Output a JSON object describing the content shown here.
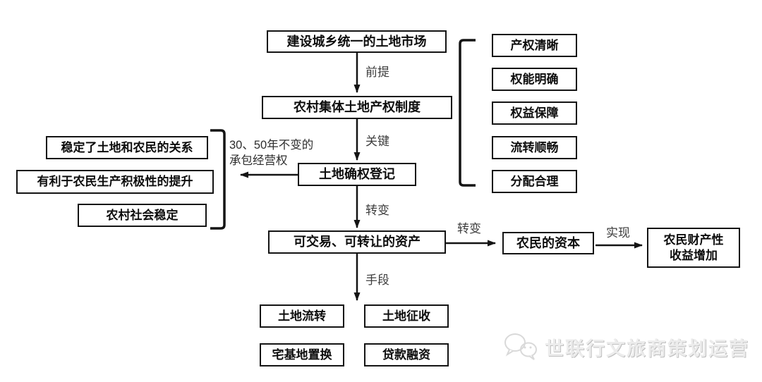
{
  "diagram": {
    "nodes": {
      "build_market": "建设城乡统一的土地市场",
      "property_system": "农村集体土地产权制度",
      "registration": "土地确权登记",
      "tradable_asset": "可交易、可转让的资产",
      "farmer_capital": "农民的资本",
      "property_income": "农民财产性\n收益增加",
      "features": [
        "产权清晰",
        "权能明确",
        "权益保障",
        "流转顺畅",
        "分配合理"
      ],
      "effects": [
        "稳定了土地和农民的关系",
        "有利于农民生产积极性的提升",
        "农村社会稳定"
      ],
      "means_items": [
        "土地流转",
        "土地征收",
        "宅基地置换",
        "贷款融资"
      ]
    },
    "edge_labels": {
      "premise": "前提",
      "key": "关键",
      "transform_down": "转变",
      "transform_right": "转变",
      "realize": "实现",
      "means": "手段",
      "contract_note": "30、50年不变的\n承包经营权"
    },
    "watermark": "世联行文旅商策划运营",
    "colors": {
      "line": "#141414",
      "label_text": "#3d3d3d",
      "watermark_gray": "#d9d9d9"
    }
  }
}
